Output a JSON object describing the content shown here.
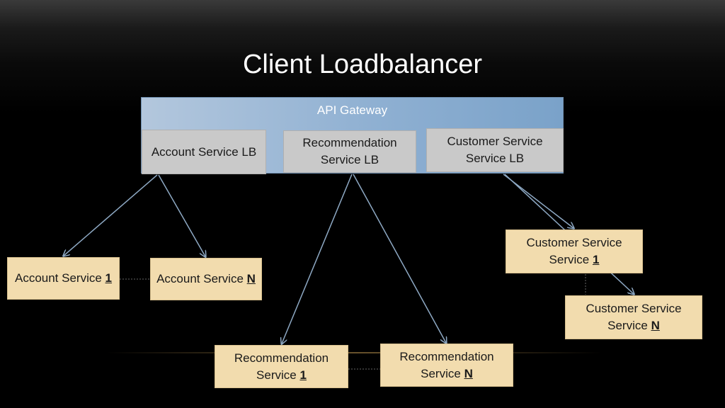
{
  "title": "Client Loadbalancer",
  "gateway": {
    "label": "API Gateway",
    "color": "#8fb0d2"
  },
  "load_balancers": [
    {
      "line1": "Account Service LB",
      "line2": ""
    },
    {
      "line1": "Recommendation",
      "line2": "Service LB"
    },
    {
      "line1": "Customer Service",
      "line2": "Service LB"
    }
  ],
  "services": {
    "account_1": {
      "text": "Account Service ",
      "num": "1"
    },
    "account_n": {
      "text": "Account Service ",
      "num": "N"
    },
    "customer_1": {
      "line1": "Customer Service",
      "line2": "Service ",
      "num": "1"
    },
    "customer_n": {
      "line1": "Customer Service",
      "line2": "Service ",
      "num": "N"
    },
    "recommendation_1": {
      "line1": "Recommendation",
      "line2": "Service ",
      "num": "1"
    },
    "recommendation_n": {
      "line1": "Recommendation",
      "line2": "Service ",
      "num": "N"
    }
  },
  "colors": {
    "service_fill": "#f2dcae",
    "lb_fill": "#c9c9c9",
    "arrow": "#8ea9c4"
  }
}
